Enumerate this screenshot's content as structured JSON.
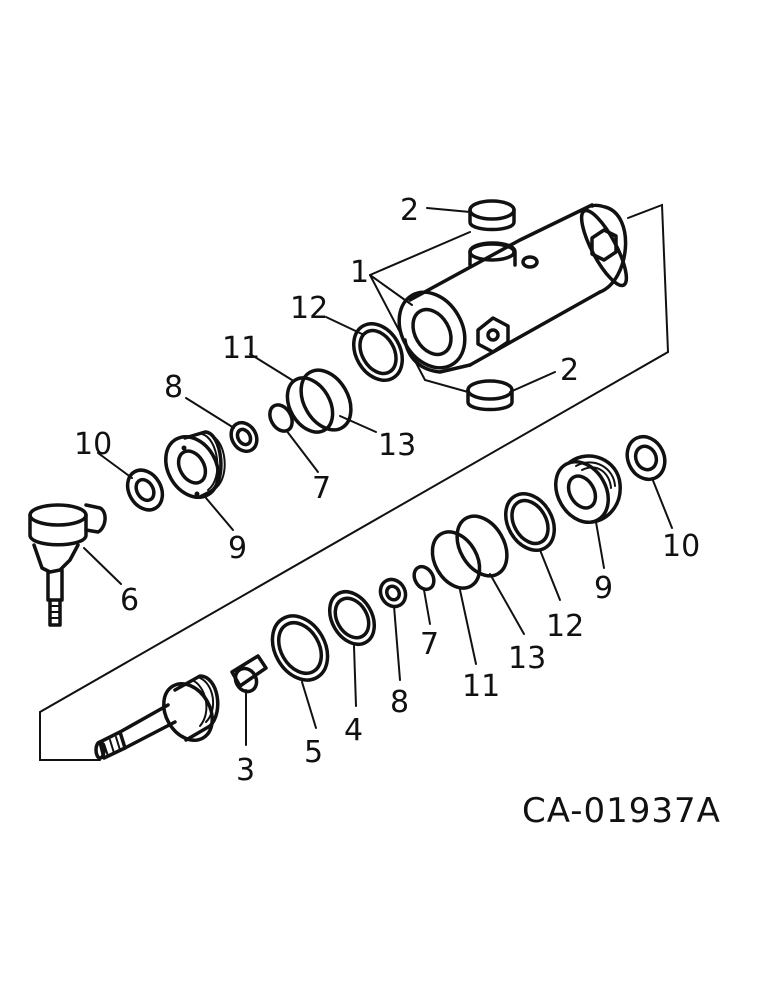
{
  "diagram": {
    "drawing_code": "CA-01937A",
    "callouts": {
      "c1": "1",
      "c2a": "2",
      "c2b": "2",
      "c12a": "12",
      "c11a": "11",
      "c8a": "8",
      "c10a": "10",
      "c13a": "13",
      "c7a": "7",
      "c9a": "9",
      "c6": "6",
      "c10b": "10",
      "c9b": "9",
      "c12b": "12",
      "c13b": "13",
      "c11b": "11",
      "c7b": "7",
      "c8b": "8",
      "c4": "4",
      "c5": "5",
      "c3": "3"
    }
  }
}
